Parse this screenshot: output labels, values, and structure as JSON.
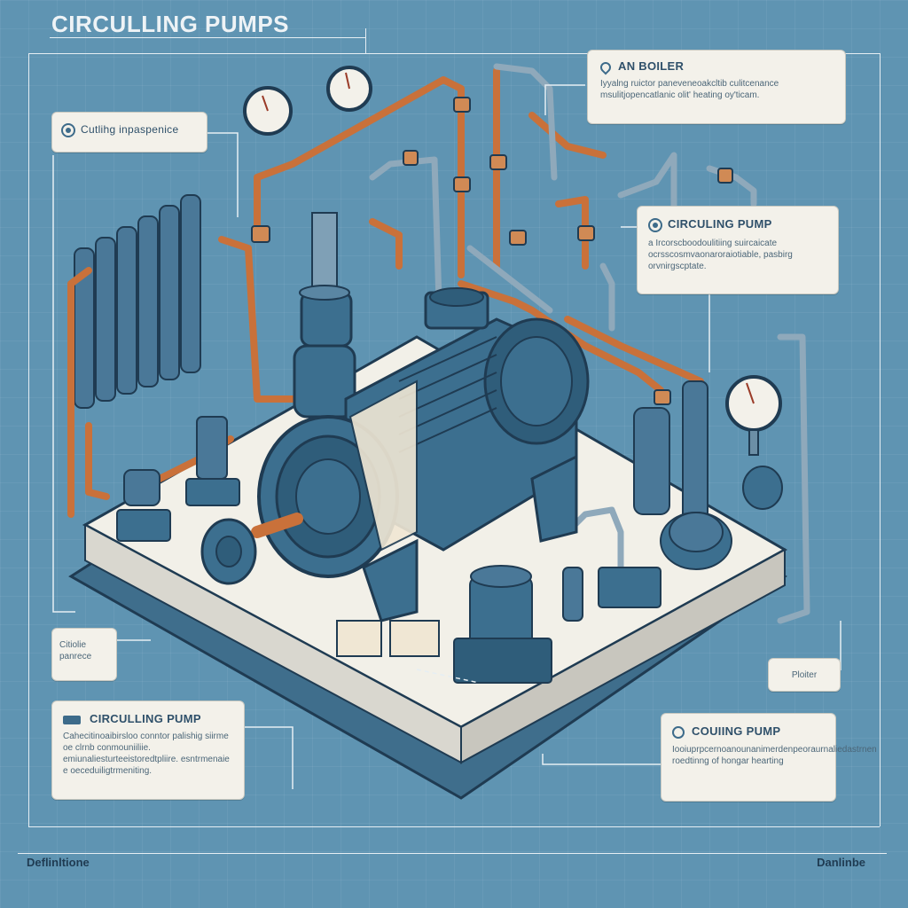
{
  "title": "CIRCULLING PUMPS",
  "callouts": {
    "boiler": {
      "head": "AN BOILER",
      "body": "Iyyalng ruictor paneveneoakcltib culitcenance msulitjopencatlanic olit' heating oy'ticam."
    },
    "top_left": {
      "head": "Cutlihg inpaspenice"
    },
    "circuling_pump_right": {
      "head": "CIRCULING PUMP",
      "body": "a Ircorscboodoulitiing suircaicate ocrsscosmvaonaroraiotiable, pasbirg orvnirgscptate."
    },
    "left_small": {
      "head": "Citiolie panrece"
    },
    "right_small": {
      "head": "Ploiter"
    },
    "bottom_left": {
      "head": "CIRCULLING PUMP",
      "body": "Cahecitinoaibirsloo conntor palishig siirme oe clrnb conmouniiliie. emiunaliesturteeistoredtpliire. esntrmenaie e oeceduiligtrmeniting."
    },
    "bottom_right": {
      "head": "COUIING PUMP",
      "body": "Iooiuprpcernoanounanimerdenpeoraurnaliedastrnen roedtinng of hongar hearting"
    }
  },
  "footer": {
    "left": "Deflinltione",
    "right": "Danlinbe"
  },
  "colors": {
    "background": "#5f94b2",
    "pump_blue": "#3c6f8f",
    "copper": "#c9713a",
    "platform": "#f2f0e8"
  }
}
